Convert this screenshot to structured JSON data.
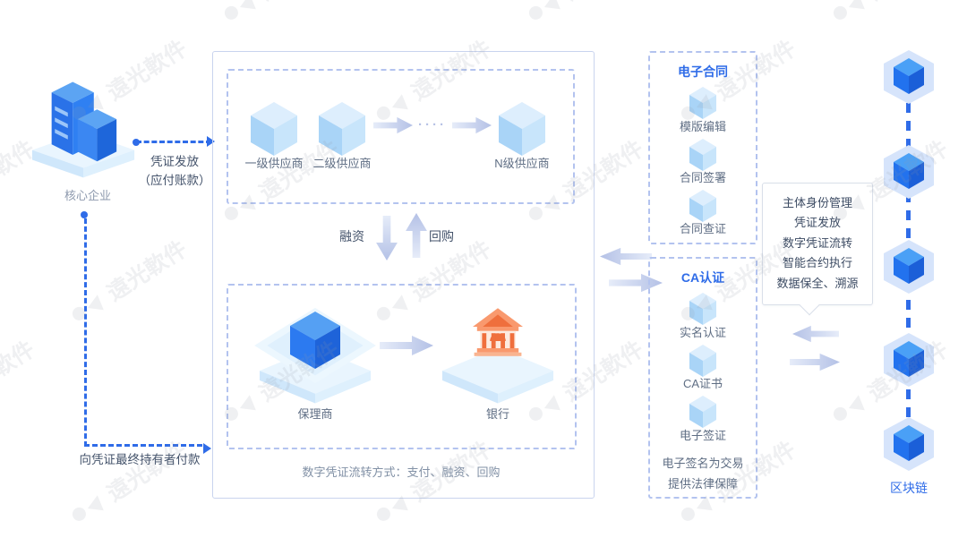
{
  "colors": {
    "accent": "#2f6ce8",
    "label": "#5f6e84",
    "label-light": "#8d99ad",
    "text-dark": "#44536b",
    "box-border": "#c9d4ee",
    "dash-border": "#b3c3ef",
    "flow-light": "#e6ecf9",
    "flow-dark": "#b4c1e6",
    "cube-light-top": "#ddeefd",
    "cube-light-left": "#a9d4f7",
    "cube-light-right": "#c8e5fb",
    "cube-blue-top": "#55a0f3",
    "cube-blue-left": "#2c7af0",
    "cube-blue-right": "#1e63d9",
    "chain-cube-top": "#4aa0f6",
    "chain-cube-left": "#2272ee",
    "chain-cube-right": "#1b5fd8",
    "chain-hex": "#d6e4fb",
    "platform-top": "#e9f5fe",
    "platform-left": "#cfe7fb",
    "platform-right": "#def0fd",
    "bank-light": "#f9996e",
    "bank-dark": "#ef6f3d",
    "bubble-border": "#d9dfe9",
    "bubble-text": "#3c4b63"
  },
  "watermark": {
    "text": "遠光軟件"
  },
  "left": {
    "core_label": "核心企业",
    "issue_line1": "凭证发放",
    "issue_line2": "（应付账款）",
    "pay_label": "向凭证最终持有者付款"
  },
  "flow": {
    "suppliers": [
      "一级供应商",
      "二级供应商",
      "N级供应商"
    ],
    "ellipsis": "····",
    "financing": "融资",
    "repurchase": "回购",
    "factor_label": "保理商",
    "bank_label": "银行",
    "caption": "数字凭证流转方式：支付、融资、回购"
  },
  "econtract": {
    "title": "电子合同",
    "items": [
      "模版编辑",
      "合同签署",
      "合同查证"
    ]
  },
  "ca": {
    "title": "CA认证",
    "items": [
      "实名认证",
      "CA证书",
      "电子签证"
    ],
    "note1": "电子签名为交易",
    "note2": "提供法律保障"
  },
  "bubble": {
    "lines": [
      "主体身份管理",
      "凭证发放",
      "数字凭证流转",
      "智能合约执行",
      "数据保全、溯源"
    ]
  },
  "blockchain": {
    "label": "区块链"
  }
}
